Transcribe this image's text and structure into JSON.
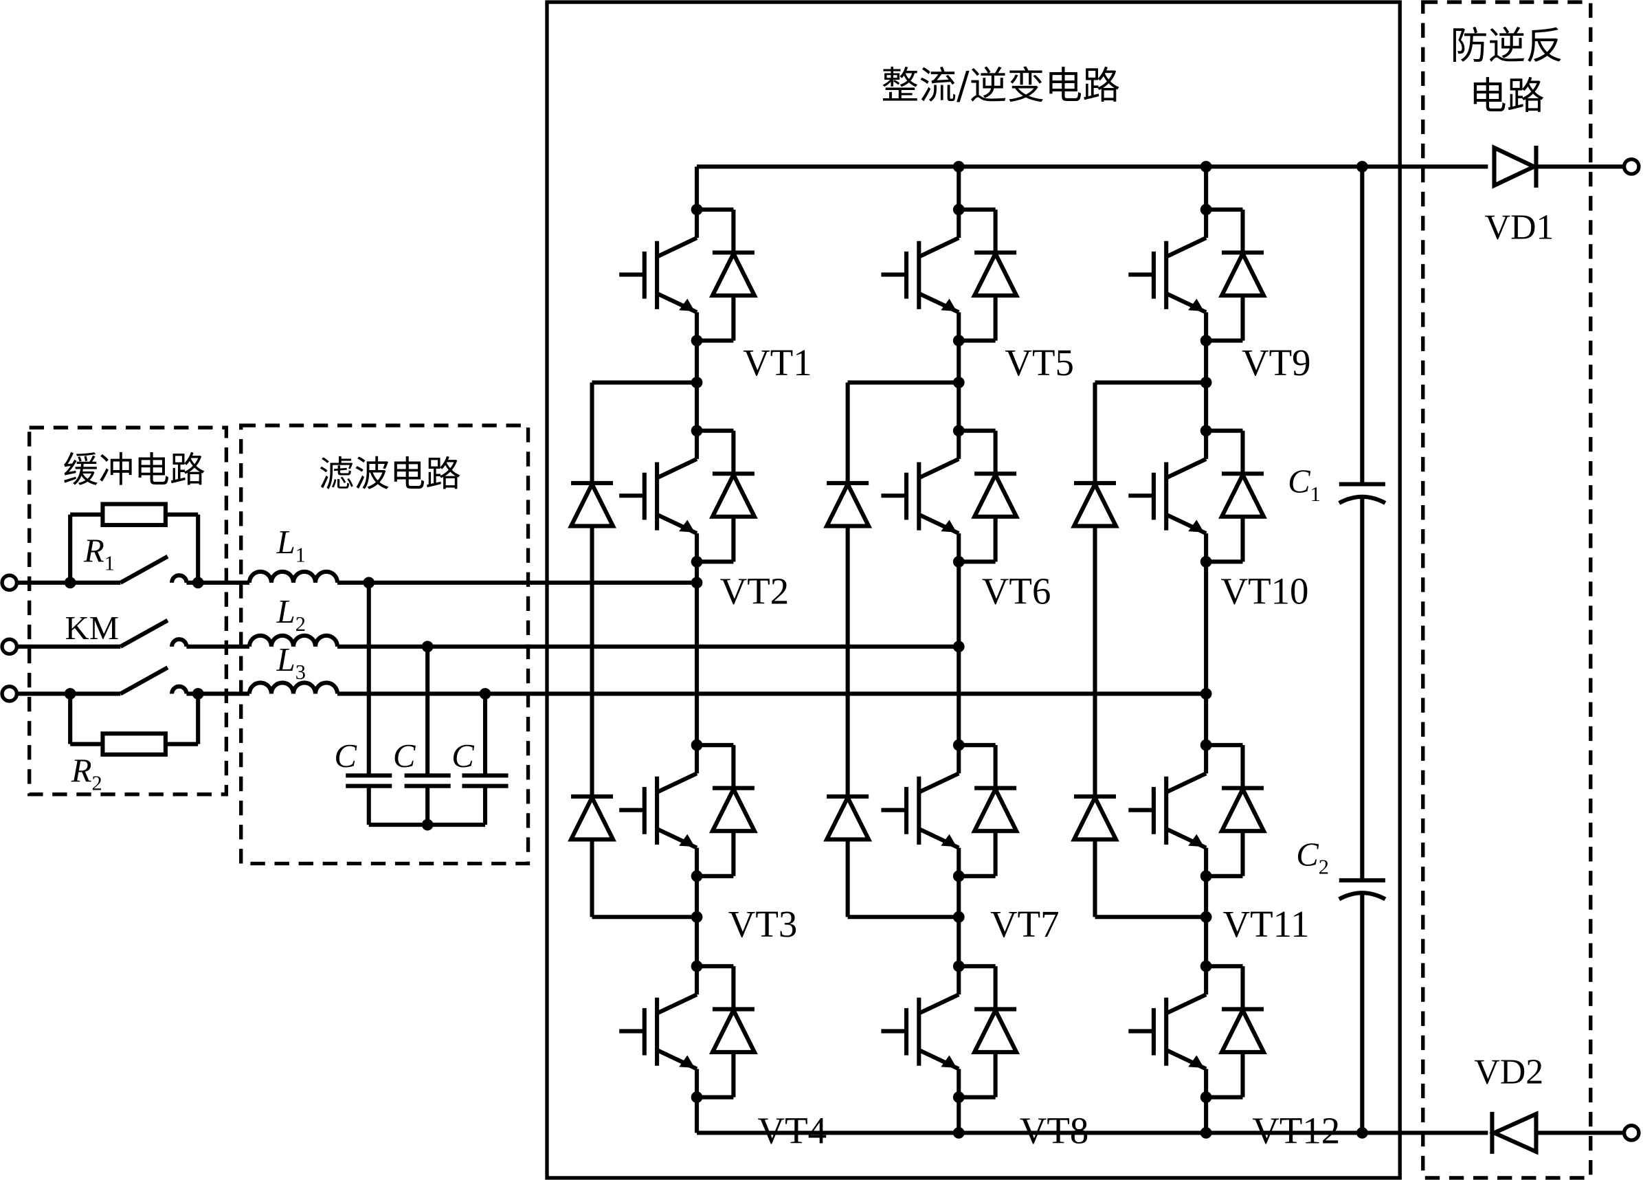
{
  "blocks": {
    "buffer": "缓冲电路",
    "filter": "滤波电路",
    "converter": "整流/逆变电路",
    "anti_reverse_line1": "防逆反",
    "anti_reverse_line2": "电路"
  },
  "components": {
    "R1": {
      "letter": "R",
      "sub": "1"
    },
    "R2": {
      "letter": "R",
      "sub": "2"
    },
    "KM": "KM",
    "L1": {
      "letter": "L",
      "sub": "1"
    },
    "L2": {
      "letter": "L",
      "sub": "2"
    },
    "L3": {
      "letter": "L",
      "sub": "3"
    },
    "C": "C",
    "C1": {
      "letter": "C",
      "sub": "1"
    },
    "C2": {
      "letter": "C",
      "sub": "2"
    },
    "VD1": "VD1",
    "VD2": "VD2"
  },
  "transistors": [
    "VT1",
    "VT2",
    "VT3",
    "VT4",
    "VT5",
    "VT6",
    "VT7",
    "VT8",
    "VT9",
    "VT10",
    "VT11",
    "VT12"
  ]
}
